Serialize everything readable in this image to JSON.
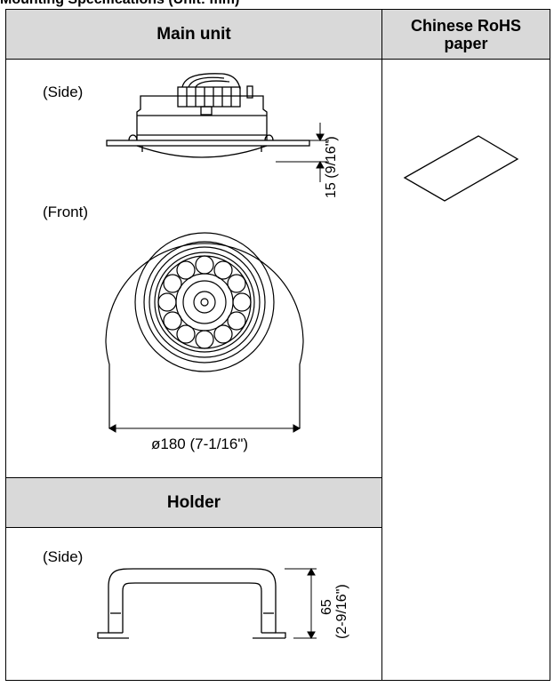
{
  "page_heading": "Mounting Specifications (Unit: mm)",
  "table": {
    "main_unit_header": "Main unit",
    "rohs_header": "Chinese RoHS paper",
    "rohs_header_line1": "Chinese RoHS",
    "rohs_header_line2": "paper",
    "holder_header": "Holder"
  },
  "main_unit": {
    "side_label": "(Side)",
    "front_label": "(Front)",
    "height_dim": "15 (9/16\")",
    "diameter_dim": "ø180 (7-1/16\")"
  },
  "holder": {
    "side_label": "(Side)",
    "height_dim_line1": "65",
    "height_dim_line2": "(2-9/16\")"
  }
}
